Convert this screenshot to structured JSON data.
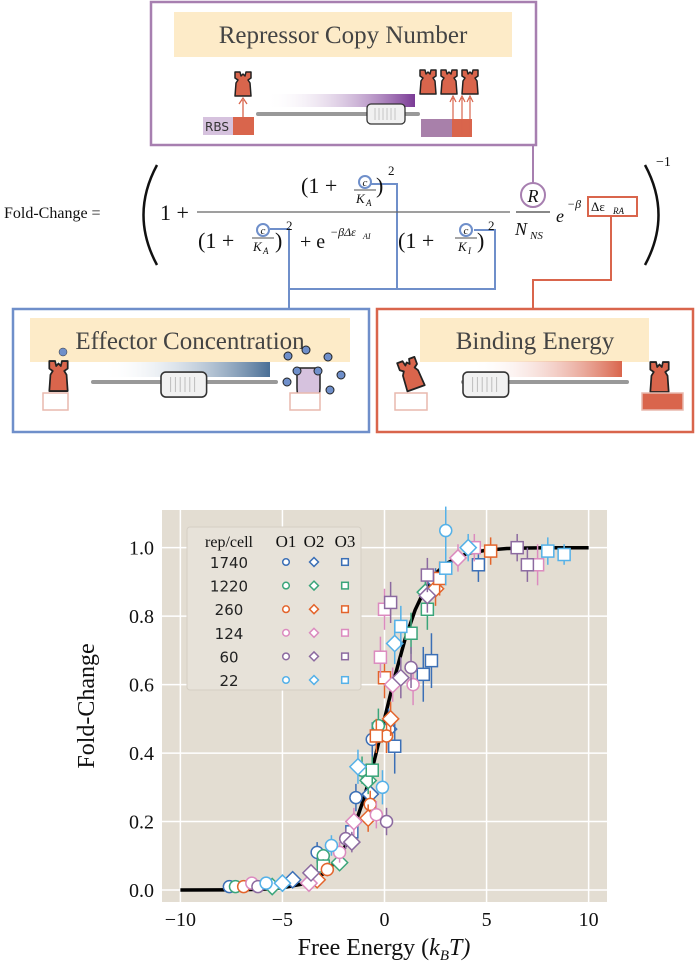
{
  "panels": {
    "repressor": {
      "title": "Repressor Copy Number",
      "rbs_label": "RBS",
      "color": "#a77fb0"
    },
    "effector": {
      "title": "Effector Concentration",
      "color": "#6f8fca"
    },
    "binding": {
      "title": "Binding Energy",
      "color": "#d9654c"
    }
  },
  "equation": {
    "lhs": "Fold-Change =",
    "one_plus": "1 +",
    "open_one_plus": "(1 +",
    "close": ")",
    "square": "2",
    "c": "c",
    "K": "K",
    "sub_A": "A",
    "sub_I": "I",
    "plus_e": "+ e",
    "exp_AI": "−βΔε",
    "exp_AI_sub": "AI",
    "R": "R",
    "N": "N",
    "sub_NS": "NS",
    "e": "e",
    "minus_beta": "−β",
    "delta_eps": "Δε",
    "sub_RA": "RA",
    "inverse": "−1"
  },
  "colors": {
    "plot_bg": "#e3ddd2",
    "legend_bg": "#e7e2d9",
    "grid": "#ffffff",
    "theory": "#000000"
  },
  "chart_data": {
    "type": "scatter",
    "title": "",
    "xlabel": "Free Energy (",
    "xlabel_var": "k",
    "xlabel_sub": "B",
    "xlabel_tail": "T)",
    "ylabel": "Fold-Change",
    "xlim": [
      -10.9,
      10.9
    ],
    "ylim": [
      -0.035,
      1.11
    ],
    "xticks": [
      -10,
      -5,
      0,
      5,
      10
    ],
    "xtick_labels": [
      "−10",
      "−5",
      "0",
      "5",
      "10"
    ],
    "yticks": [
      0.0,
      0.2,
      0.4,
      0.6,
      0.8,
      1.0
    ],
    "ytick_labels": [
      "0.0",
      "0.2",
      "0.4",
      "0.6",
      "0.8",
      "1.0"
    ],
    "grid": true,
    "legend": {
      "placement": "top-left",
      "header": "rep/cell",
      "operators": [
        "O1",
        "O2",
        "O3"
      ],
      "markers": [
        "circle",
        "diamond",
        "square"
      ]
    },
    "theory": {
      "x": [
        -10,
        -8,
        -7,
        -6,
        -5,
        -4,
        -3,
        -2.5,
        -2,
        -1.5,
        -1,
        -0.5,
        0,
        0.5,
        1,
        1.5,
        2,
        2.5,
        3,
        4,
        5,
        6,
        7,
        8,
        10
      ],
      "y": [
        5e-05,
        0.0003,
        0.0009,
        0.0025,
        0.0067,
        0.018,
        0.047,
        0.076,
        0.119,
        0.182,
        0.269,
        0.378,
        0.5,
        0.622,
        0.731,
        0.818,
        0.881,
        0.924,
        0.953,
        0.982,
        0.993,
        0.9975,
        0.9991,
        0.9997,
        1.0
      ]
    },
    "series": [
      {
        "name": "1740",
        "color": "#3b6fb6",
        "O1": [
          [
            -7.6,
            0.01,
            0.01
          ],
          [
            -3.3,
            0.11,
            0.03
          ],
          [
            -1.4,
            0.27,
            0.04
          ],
          [
            -0.6,
            0.44,
            0.05
          ]
        ],
        "O2": [
          [
            -4.5,
            0.03,
            0.02
          ],
          [
            -0.7,
            0.28,
            0.05
          ],
          [
            0.2,
            0.47,
            0.06
          ],
          [
            2.5,
            0.9,
            0.04
          ]
        ],
        "O3": [
          [
            -1.6,
            0.17,
            0.03
          ],
          [
            0.5,
            0.42,
            0.08
          ],
          [
            2.3,
            0.67,
            0.08
          ],
          [
            1.9,
            0.63,
            0.08
          ],
          [
            4.6,
            0.95,
            0.05
          ]
        ]
      },
      {
        "name": "1220",
        "color": "#3aa57a",
        "O1": [
          [
            -7.3,
            0.01,
            0.01
          ],
          [
            -3.0,
            0.1,
            0.02
          ],
          [
            -1.1,
            0.35,
            0.04
          ],
          [
            -0.3,
            0.48,
            0.05
          ]
        ],
        "O2": [
          [
            -5.5,
            0.01,
            0.01
          ],
          [
            -2.2,
            0.08,
            0.02
          ],
          [
            -0.8,
            0.32,
            0.04
          ],
          [
            2.0,
            0.87,
            0.05
          ]
        ],
        "O3": [
          [
            -3.0,
            0.07,
            0.02
          ],
          [
            -0.6,
            0.35,
            0.04
          ],
          [
            1.3,
            0.75,
            0.06
          ],
          [
            2.1,
            0.82,
            0.06
          ]
        ]
      },
      {
        "name": "260",
        "color": "#e3642b",
        "O1": [
          [
            -6.9,
            0.01,
            0.01
          ],
          [
            -2.8,
            0.06,
            0.02
          ],
          [
            -0.7,
            0.25,
            0.04
          ],
          [
            0.1,
            0.45,
            0.05
          ]
        ],
        "O2": [
          [
            -3.3,
            0.03,
            0.02
          ],
          [
            -0.8,
            0.21,
            0.04
          ],
          [
            0.3,
            0.5,
            0.05
          ],
          [
            2.5,
            0.88,
            0.05
          ]
        ],
        "O3": [
          [
            -0.4,
            0.45,
            0.05
          ],
          [
            0.0,
            0.62,
            0.06
          ],
          [
            2.7,
            0.91,
            0.05
          ],
          [
            5.2,
            0.99,
            0.04
          ]
        ]
      },
      {
        "name": "124",
        "color": "#dc8bbf",
        "O1": [
          [
            -6.5,
            0.02,
            0.01
          ],
          [
            -2.2,
            0.11,
            0.03
          ],
          [
            -0.4,
            0.22,
            0.04
          ],
          [
            1.4,
            0.6,
            0.06
          ]
        ],
        "O2": [
          [
            -3.7,
            0.02,
            0.02
          ],
          [
            -1.5,
            0.2,
            0.04
          ],
          [
            0.4,
            0.6,
            0.05
          ],
          [
            3.6,
            0.97,
            0.04
          ]
        ],
        "O3": [
          [
            -0.2,
            0.68,
            0.06
          ],
          [
            0.0,
            0.82,
            0.06
          ],
          [
            4.4,
            1.0,
            0.04
          ],
          [
            7.5,
            0.95,
            0.06
          ]
        ]
      },
      {
        "name": "60",
        "color": "#8c6aa0",
        "O1": [
          [
            -6.2,
            0.01,
            0.01
          ],
          [
            -1.9,
            0.15,
            0.03
          ],
          [
            0.1,
            0.2,
            0.04
          ],
          [
            1.3,
            0.65,
            0.06
          ]
        ],
        "O2": [
          [
            -3.6,
            0.05,
            0.02
          ],
          [
            -1.6,
            0.14,
            0.03
          ],
          [
            0.8,
            0.62,
            0.06
          ],
          [
            2.1,
            0.86,
            0.05
          ]
        ],
        "O3": [
          [
            0.3,
            0.84,
            0.06
          ],
          [
            2.1,
            0.92,
            0.05
          ],
          [
            6.5,
            1.0,
            0.04
          ],
          [
            7.0,
            0.95,
            0.05
          ]
        ]
      },
      {
        "name": "22",
        "color": "#55b1e8",
        "O1": [
          [
            -5.8,
            0.02,
            0.01
          ],
          [
            -2.6,
            0.13,
            0.03
          ],
          [
            -0.1,
            0.3,
            0.05
          ],
          [
            3.0,
            1.05,
            0.07
          ]
        ],
        "O2": [
          [
            -5.0,
            0.02,
            0.01
          ],
          [
            -1.3,
            0.36,
            0.05
          ],
          [
            0.5,
            0.72,
            0.06
          ],
          [
            4.1,
            1.0,
            0.04
          ]
        ],
        "O3": [
          [
            0.8,
            0.77,
            0.06
          ],
          [
            3.0,
            0.94,
            0.05
          ],
          [
            8.0,
            0.99,
            0.04
          ],
          [
            8.8,
            0.98,
            0.03
          ]
        ]
      }
    ]
  }
}
